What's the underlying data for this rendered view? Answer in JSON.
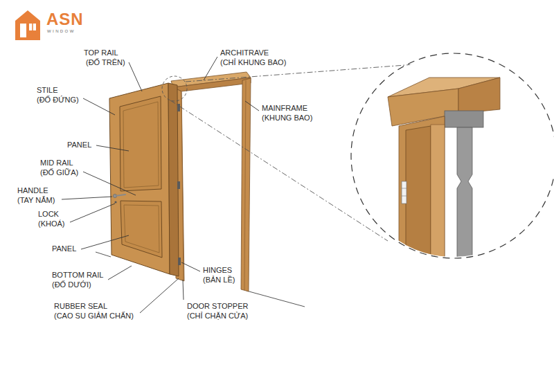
{
  "diagram": {
    "labels": [
      "ASN",
      "WINDOW",
      "TOP RAIL",
      "(ĐỐ TRÊN)",
      "ARCHITRAVE",
      "(CHỈ KHUNG BAO)",
      "STILE",
      "(ĐỐ ĐỨNG)",
      "MAINFRAME",
      "(KHUNG BAO)",
      "PANEL",
      "MID RAIL",
      "(ĐỐ GIỮA)",
      "HANDLE",
      "(TAY NẮM)",
      "LOCK",
      "(KHOÁ)",
      "PANEL",
      "BOTTOM RAIL",
      "(ĐỐ DƯỚI)",
      "HINGES",
      "(BẢN LỀ)",
      "RUBBER SEAL",
      "(CAO SU GIẢM CHẤN)",
      "DOOR STOPPER",
      "(CHỈ CHẶN CỬA)"
    ]
  }
}
